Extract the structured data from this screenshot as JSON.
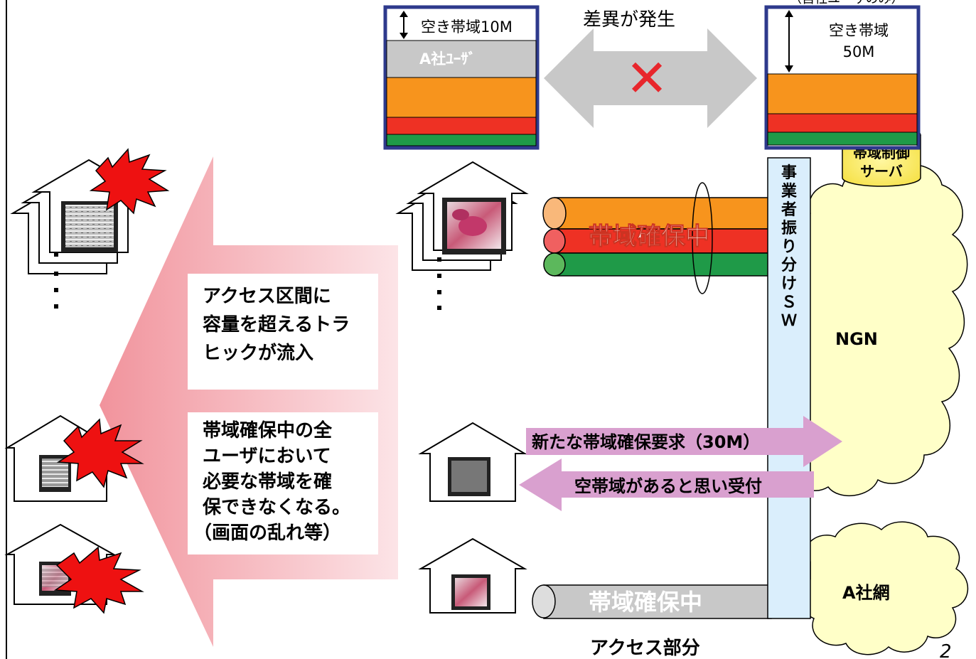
{
  "capacity_left": {
    "free_label": "空き帯域10M",
    "user_label": "A社ﾕｰｻﾞ"
  },
  "capacity_right": {
    "header_partial": "（自社ユーザのみ）",
    "free_label_line1": "空き帯域",
    "free_label_line2": "50M"
  },
  "mismatch_label": "差異が発生",
  "cross_mark": "✕",
  "bandwidth_server": {
    "line1": "帯域制御",
    "line2": "サーバ"
  },
  "switch_label": [
    "事",
    "業",
    "者",
    "振",
    "り",
    "分",
    "け",
    "Ｓ",
    "Ｗ"
  ],
  "ngn_label": "NGN",
  "company_net_label": "A社網",
  "reserved_label_top": "帯域確保中",
  "reserved_label_bottom": "帯域確保中",
  "request_label": "新たな帯域確保要求（30M）",
  "accept_label": "空帯域があると思い受付",
  "warning_box_1": [
    "アクセス区間に",
    "容量を超えるトラ",
    "ヒックが流入"
  ],
  "warning_box_2": [
    "帯域確保中の全",
    "ユーザにおいて",
    "必要な帯域を確",
    "保できなくなる。",
    "（画面の乱れ等）"
  ],
  "access_label": "アクセス部分",
  "page_number": "2",
  "colors": {
    "orange": "#f7941d",
    "red": "#ee3124",
    "green": "#1f9a48",
    "gray_band": "#c8c8c8",
    "frame_blue": "#2e3a8c",
    "cloud_yellow": "#ffffc8",
    "switch_blue": "#daeefc",
    "pink_arrow": "#f4a3ad",
    "purple_arrow": "#d9a0cf",
    "cross_red": "#e8262c"
  }
}
